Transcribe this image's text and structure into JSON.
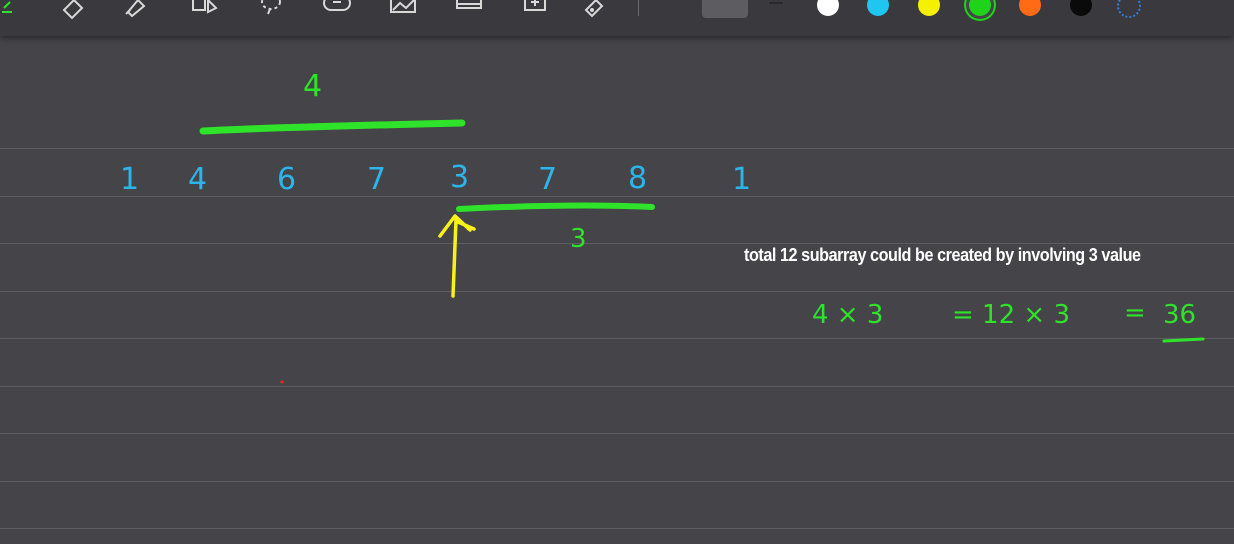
{
  "toolbar": {
    "tools": [
      {
        "name": "eraser-icon"
      },
      {
        "name": "highlighter-icon"
      },
      {
        "name": "shape-icon"
      },
      {
        "name": "lasso-icon"
      },
      {
        "name": "sticker-icon"
      },
      {
        "name": "image-icon"
      },
      {
        "name": "textbox-icon"
      },
      {
        "name": "add-page-icon"
      },
      {
        "name": "link-icon"
      }
    ],
    "colors": [
      {
        "name": "white",
        "hex": "#ffffff"
      },
      {
        "name": "cyan",
        "hex": "#1ec6f0"
      },
      {
        "name": "yellow",
        "hex": "#f5f000"
      },
      {
        "name": "green",
        "hex": "#1fd21a",
        "selected": true
      },
      {
        "name": "orange",
        "hex": "#ff6a14"
      },
      {
        "name": "black",
        "hex": "#0a0a0a"
      },
      {
        "name": "custom",
        "hex": "#2f7fd9"
      }
    ]
  },
  "canvas": {
    "top_label": "4",
    "array": [
      "1",
      "4",
      "6",
      "7",
      "3",
      "7",
      "8",
      "1"
    ],
    "right_label": "3",
    "note": "total 12 subarray could be created by involving 3 value",
    "equation": {
      "left": "4 × 3",
      "middle": "= 12 × 3",
      "result_eq": "=",
      "result": "36"
    },
    "ink_colors": {
      "blue": "#2ab6ea",
      "green": "#2fe22a",
      "yellow": "#f8f21a"
    }
  }
}
